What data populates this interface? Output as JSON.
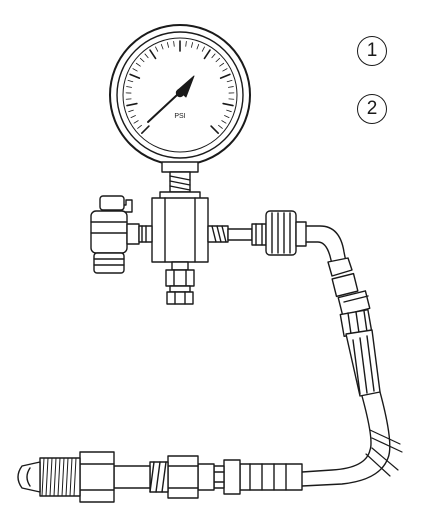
{
  "gauge": {
    "unit_label": "PSI"
  },
  "callouts": [
    {
      "label": "1"
    },
    {
      "label": "2"
    }
  ]
}
